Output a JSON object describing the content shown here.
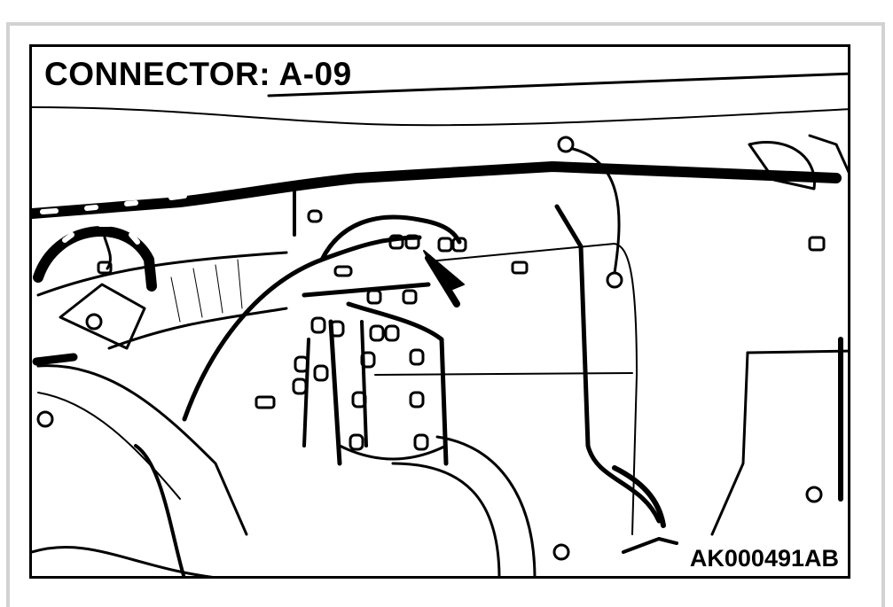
{
  "diagram": {
    "title": "CONNECTOR: A-09",
    "figure_code": "AK000491AB",
    "description": "Engine compartment line drawing showing wiring harness with connectors; arrow points to connector A-09",
    "callout": {
      "type": "arrow",
      "target": "connector A-09"
    },
    "colors": {
      "line": "#000000",
      "background": "#ffffff",
      "outer_frame": "#d2d2d2"
    }
  }
}
